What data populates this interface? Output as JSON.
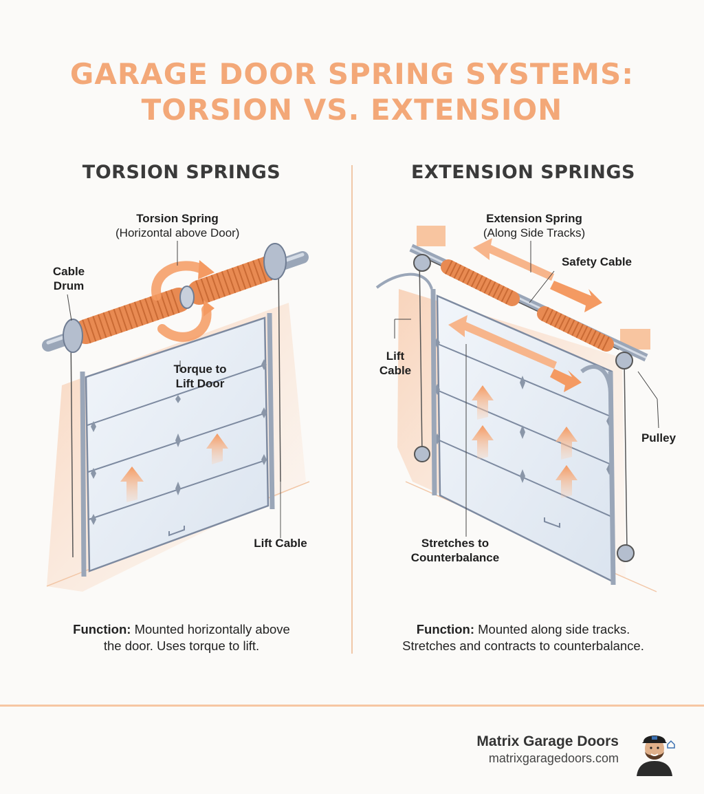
{
  "title": {
    "line1": "GARAGE DOOR SPRING SYSTEMS:",
    "line2": "TORSION VS. EXTENSION"
  },
  "torsion": {
    "heading": "TORSION SPRINGS",
    "labels": {
      "spring": "Torsion Spring",
      "spring_sub": "(Horizontal above Door)",
      "drum_line1": "Cable",
      "drum_line2": "Drum",
      "torque_line1": "Torque to",
      "torque_line2": "Lift Door",
      "lift_cable": "Lift Cable"
    },
    "function_label": "Function:",
    "function_line1": "Mounted horizontally above",
    "function_line2": "the door. Uses torque to lift."
  },
  "extension": {
    "heading": "EXTENSION SPRINGS",
    "labels": {
      "spring": "Extension Spring",
      "spring_sub": "(Along Side Tracks)",
      "safety_cable": "Safety Cable",
      "lift_line1": "Lift",
      "lift_line2": "Cable",
      "pulley": "Pulley",
      "stretch_line1": "Stretches to",
      "stretch_line2": "Counterbalance"
    },
    "function_label": "Function:",
    "function_line1": "Mounted along side tracks.",
    "function_line2": "Stretches and contracts to counterbalance."
  },
  "footer": {
    "brand": "Matrix Garage Doors",
    "url": "matrixgaragedoors.com"
  },
  "colors": {
    "accent": "#f3a878",
    "spring": "#f0a070",
    "metal": "#8a96a8",
    "door": "#e8eef6"
  }
}
